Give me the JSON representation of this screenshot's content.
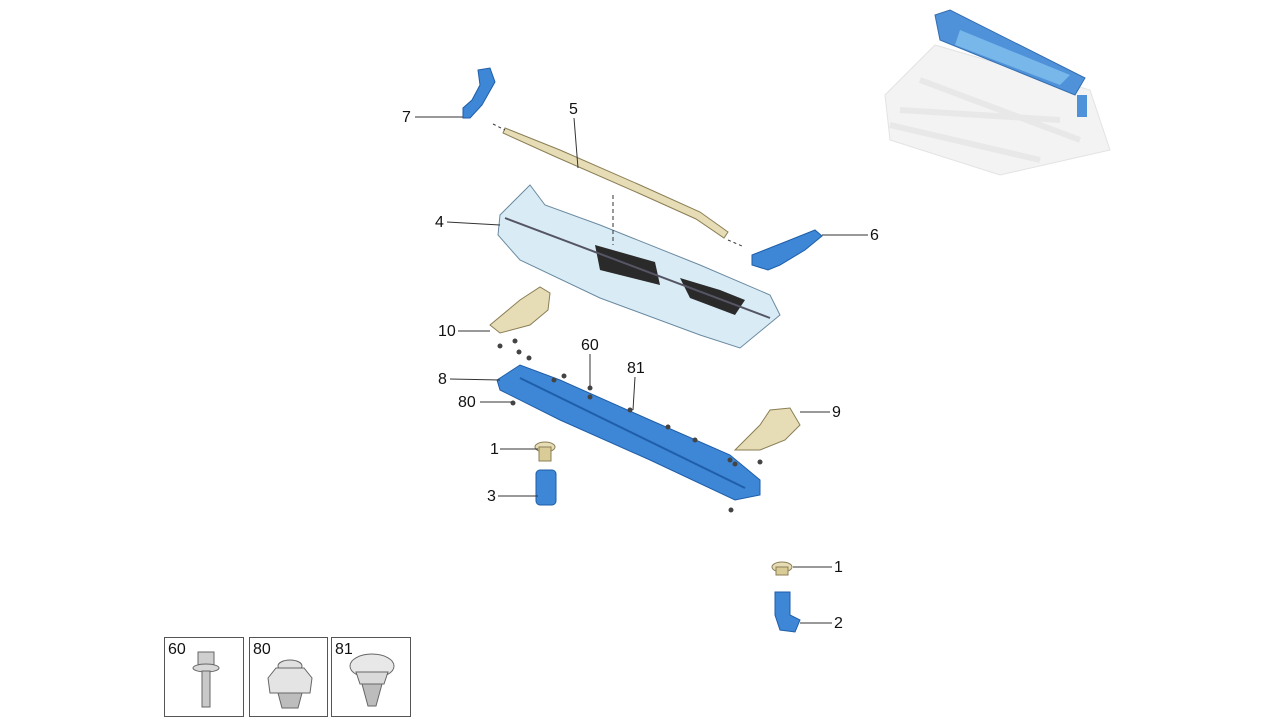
{
  "callouts": {
    "c7": "7",
    "c5": "5",
    "c4": "4",
    "c6": "6",
    "c10": "10",
    "c60": "60",
    "c81": "81",
    "c8": "8",
    "c80": "80",
    "c9": "9",
    "c1a": "1",
    "c3": "3",
    "c1b": "1",
    "c2": "2"
  },
  "legend": {
    "b60": "60",
    "b80": "80",
    "b81": "81"
  },
  "colors": {
    "blue_part": "#3d87d6",
    "blue_dark": "#1f5ea8",
    "beige_part": "#e6dcb5",
    "light_panel": "#d9ecf6",
    "leader": "#333333"
  }
}
